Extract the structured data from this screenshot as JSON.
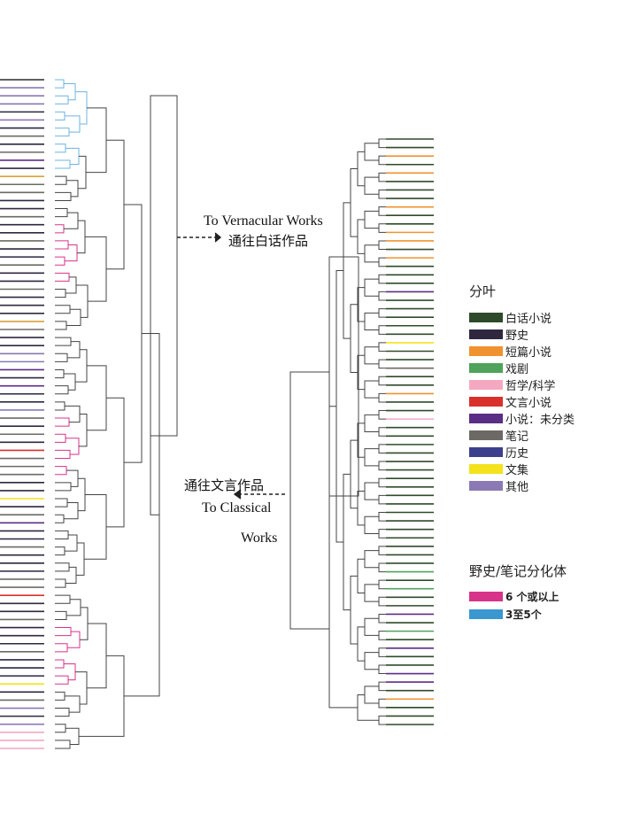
{
  "annotations": {
    "vernacular_en": "To Vernacular Works",
    "vernacular_zh": "通往白话作品",
    "classical_zh": "通往文言作品",
    "classical_en_1": "To Classical",
    "classical_en_2": "Works"
  },
  "legend_clades": {
    "title": "分叶",
    "items": [
      {
        "label": "白话小说",
        "color": "#2f4a2a"
      },
      {
        "label": "野史",
        "color": "#2f2740"
      },
      {
        "label": "短篇小说",
        "color": "#f0922f"
      },
      {
        "label": "戏剧",
        "color": "#4fa35c"
      },
      {
        "label": "哲学/科学",
        "color": "#f4a9c0"
      },
      {
        "label": "文言小说",
        "color": "#d9302c"
      },
      {
        "label": "小说：未分类",
        "color": "#5b2e86"
      },
      {
        "label": "笔记",
        "color": "#6d6a66"
      },
      {
        "label": "历史",
        "color": "#3b3f8c"
      },
      {
        "label": "文集",
        "color": "#f4e21c"
      },
      {
        "label": "其他",
        "color": "#8a79b3"
      }
    ]
  },
  "legend_variants": {
    "title": "野史/笔记分化体",
    "items": [
      {
        "label": "6 个或以上",
        "color": "#d8338a"
      },
      {
        "label": "3至5个",
        "color": "#3a97d0"
      }
    ]
  },
  "left_leaves": [
    "#2a2a2a",
    "#8a79b3",
    "#8a79b3",
    "#8a79b3",
    "#2f2740",
    "#8a79b3",
    "#2f2740",
    "#6d6a66",
    "#2f2740",
    "#6d6a66",
    "#5b2e86",
    "#2f2740",
    "#d8a13a",
    "#6d6a66",
    "#6d6a66",
    "#2f2740",
    "#2f2740",
    "#6d6a66",
    "#2f2740",
    "#2f2740",
    "#6d6a66",
    "#2f2740",
    "#2f2740",
    "#6d6a66",
    "#2f2740",
    "#2f2740",
    "#6d6a66",
    "#2f2740",
    "#2f2740",
    "#2f2740",
    "#d8a13a",
    "#6d6a66",
    "#2f2740",
    "#2f2740",
    "#8a79b3",
    "#8a79b3",
    "#5b2e86",
    "#2f2740",
    "#5b2e86",
    "#2f2740",
    "#2f2740",
    "#8a79b3",
    "#6d6a66",
    "#2f2740",
    "#6d6a66",
    "#2f2740",
    "#d9302c",
    "#6d6a66",
    "#6d6a66",
    "#6d6a66",
    "#2f2740",
    "#2f2740",
    "#f4e21c",
    "#2f2740",
    "#6d6a66",
    "#5b2e86",
    "#2f2740",
    "#2f2740",
    "#6d6a66",
    "#2f2740",
    "#2f2740",
    "#2f2740",
    "#6d6a66",
    "#6d6a66",
    "#d9302c",
    "#2f2740",
    "#2f2740",
    "#6d6a66",
    "#2f2740",
    "#2f2740",
    "#2f2740",
    "#6d6a66",
    "#2f2740",
    "#2f2740",
    "#2f2740",
    "#f4e21c",
    "#2f2740",
    "#6d6a66",
    "#8a79b3",
    "#2f2740",
    "#8a79b3",
    "#f4a9c0",
    "#f4a9c0",
    "#f4a9c0"
  ],
  "right_leaves": [
    "#2f4a2a",
    "#2f4a2a",
    "#f0922f",
    "#2f4a2a",
    "#f0922f",
    "#2f4a2a",
    "#2f4a2a",
    "#2f4a2a",
    "#f0922f",
    "#2f4a2a",
    "#2f4a2a",
    "#f0922f",
    "#f0922f",
    "#2f4a2a",
    "#f0922f",
    "#2f4a2a",
    "#2f4a2a",
    "#2f4a2a",
    "#5b2e86",
    "#2f4a2a",
    "#2f4a2a",
    "#2f4a2a",
    "#2f4a2a",
    "#2f4a2a",
    "#f4e21c",
    "#2f4a2a",
    "#2f4a2a",
    "#6d6a66",
    "#2f4a2a",
    "#2f4a2a",
    "#f0922f",
    "#2f4a2a",
    "#2f4a2a",
    "#f4a9c0",
    "#2f4a2a",
    "#2f4a2a",
    "#2f4a2a",
    "#2f4a2a",
    "#2f4a2a",
    "#2f4a2a",
    "#2f4a2a",
    "#2f4a2a",
    "#2f4a2a",
    "#2f4a2a",
    "#2f4a2a",
    "#2f4a2a",
    "#2f4a2a",
    "#2f4a2a",
    "#2f4a2a",
    "#2f4a2a",
    "#2f4a2a",
    "#4fa35c",
    "#2f4a2a",
    "#4fa35c",
    "#2f4a2a",
    "#2f4a2a",
    "#5b2e86",
    "#2f4a2a",
    "#4fa35c",
    "#2f4a2a",
    "#5b2e86",
    "#2f4a2a",
    "#2f4a2a",
    "#5b2e86",
    "#5b2e86",
    "#2f4a2a",
    "#f0922f",
    "#2f4a2a",
    "#2f4a2a",
    "#2f4a2a"
  ]
}
